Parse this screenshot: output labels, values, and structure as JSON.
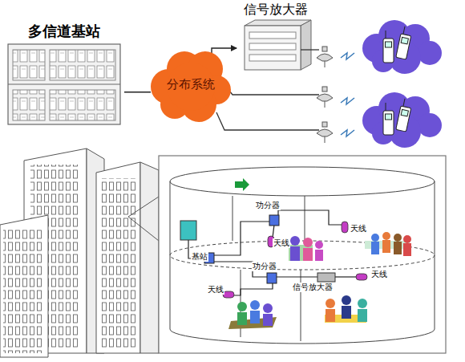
{
  "diagram": {
    "nodes": [
      {
        "text": [
          "多信道基站"
        ]
      },
      {
        "text": [
          "分布系统"
        ]
      },
      {
        "text": [
          "信号放大器"
        ]
      }
    ],
    "edges": [
      {
        "from": 0,
        "to": 1,
        "arrow": "none"
      },
      {
        "from": 1,
        "to": 2,
        "arrow": "to"
      }
    ],
    "labels": [
      "功分器",
      "天线",
      "天线",
      "基站",
      "功分器",
      "天线",
      "信号放大器",
      "天线"
    ]
  }
}
